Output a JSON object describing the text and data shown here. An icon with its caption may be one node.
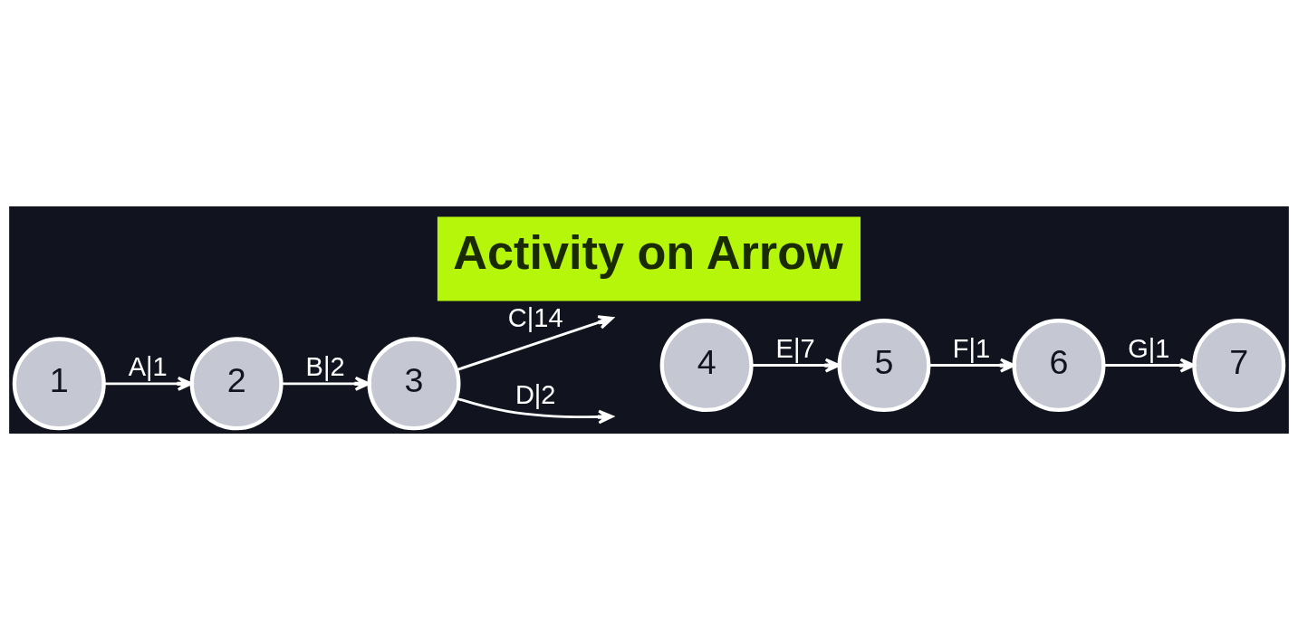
{
  "diagram": {
    "title": "Activity on Arrow",
    "nodes": [
      {
        "text": [
          "1"
        ]
      },
      {
        "text": [
          "2"
        ]
      },
      {
        "text": [
          "3"
        ]
      },
      {
        "text": [
          "4"
        ]
      },
      {
        "text": [
          "5"
        ]
      },
      {
        "text": [
          "6"
        ]
      },
      {
        "text": [
          "7"
        ]
      }
    ],
    "edges": [
      {
        "from": 0,
        "to": 1,
        "arrow": "to",
        "label": "A|1"
      },
      {
        "from": 1,
        "to": 2,
        "arrow": "to",
        "label": "B|2"
      },
      {
        "from": 2,
        "to": null,
        "arrow": "to",
        "label": "C|14"
      },
      {
        "from": 2,
        "to": null,
        "arrow": "to",
        "label": "D|2"
      },
      {
        "from": 3,
        "to": 4,
        "arrow": "to",
        "label": "E|7"
      },
      {
        "from": 4,
        "to": 5,
        "arrow": "to",
        "label": "F|1"
      },
      {
        "from": 5,
        "to": 6,
        "arrow": "to",
        "label": "G|1"
      }
    ]
  }
}
